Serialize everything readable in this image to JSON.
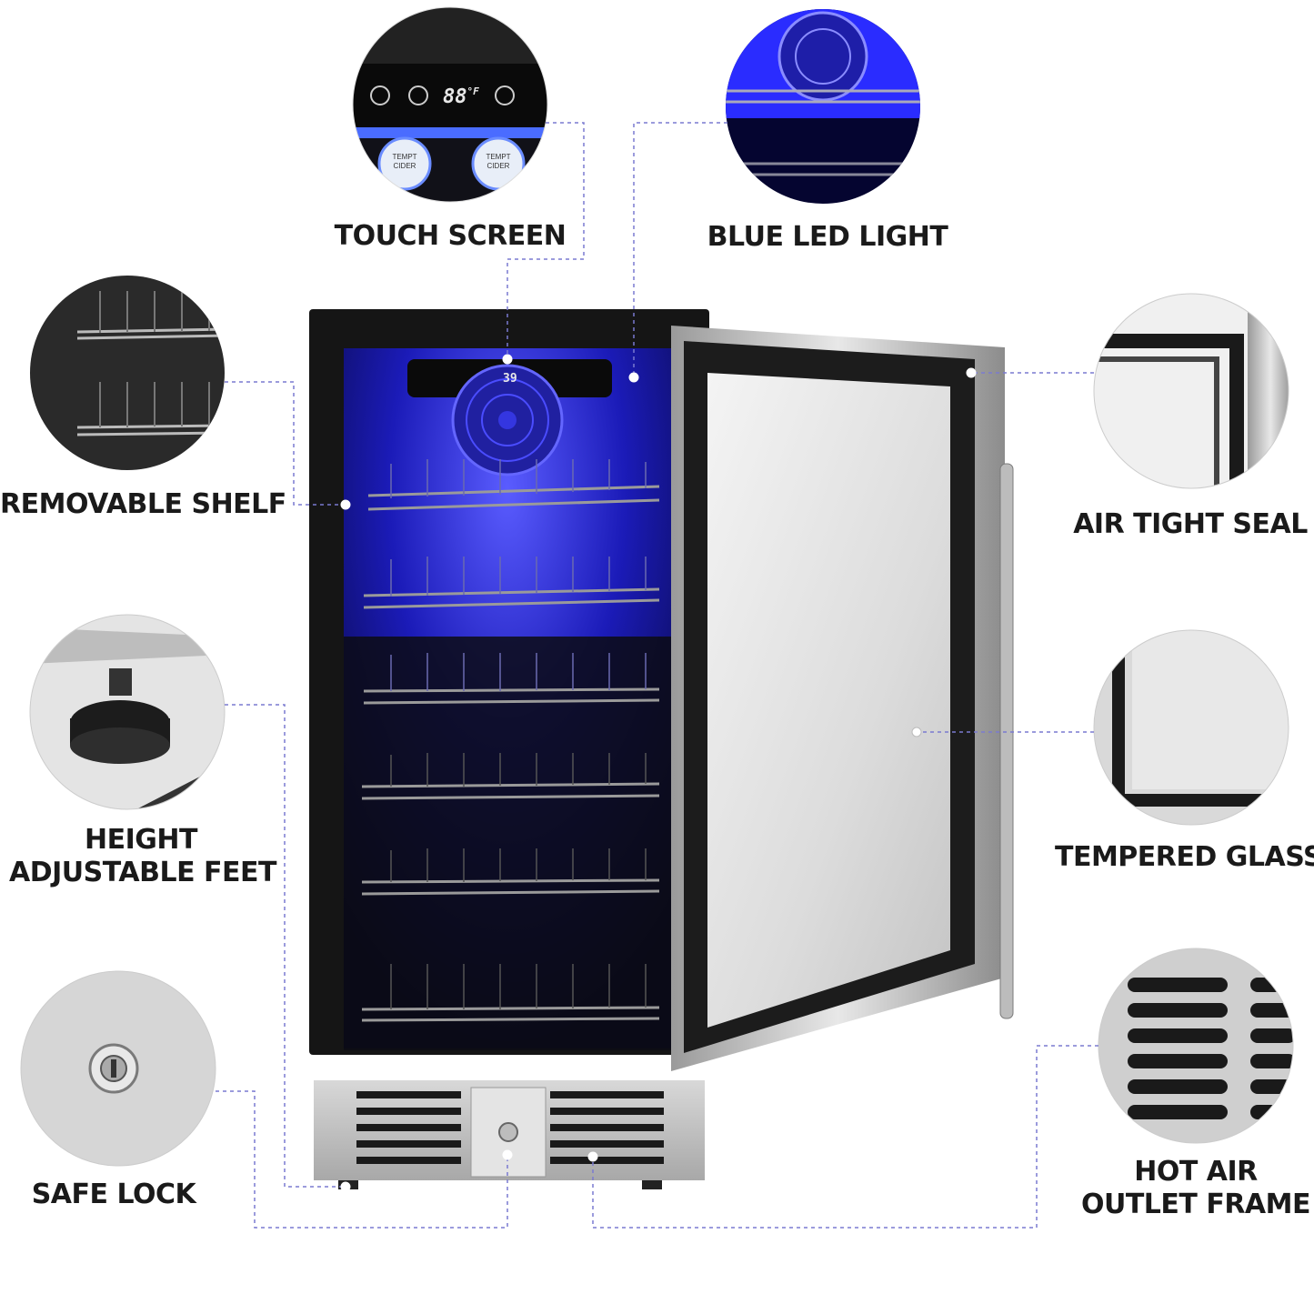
{
  "features": {
    "touch_screen": "TOUCH SCREEN",
    "blue_led_light": "BLUE LED LIGHT",
    "removable_shelf": "REMOVABLE SHELF",
    "air_tight_seal": "AIR TIGHT SEAL",
    "height_adjustable_feet_1": "HEIGHT",
    "height_adjustable_feet_2": "ADJUSTABLE FEET",
    "tempered_glass": "TEMPERED GLASS",
    "safe_lock": "SAFE LOCK",
    "hot_air_outlet_1": "HOT AIR",
    "hot_air_outlet_2": "OUTLET FRAME"
  },
  "display": {
    "temperature_closeup": "88",
    "temperature_main": "39",
    "unit": "°F"
  },
  "can_labels": {
    "brand": "TEMPT",
    "type": "CIDER"
  },
  "colors": {
    "led_blue": "#2a2cff",
    "cabinet_black": "#111111",
    "stainless": "#c8c8c8",
    "leader_line": "#7a7ad0"
  },
  "icons": [
    "power-icon",
    "plus-icon",
    "minus-icon",
    "fan-icon",
    "lock-icon",
    "foot-icon"
  ]
}
